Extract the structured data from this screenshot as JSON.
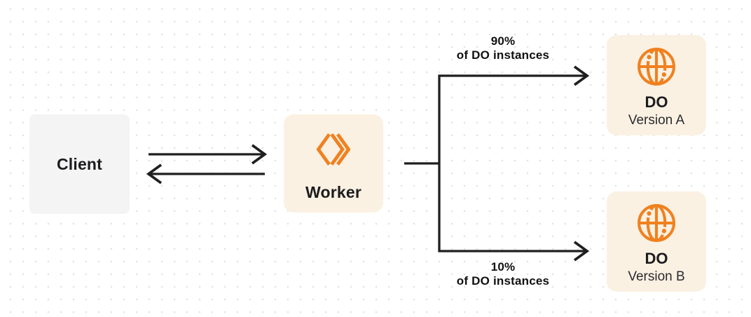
{
  "diagram": {
    "client": {
      "label": "Client"
    },
    "worker": {
      "label": "Worker"
    },
    "do_version_a": {
      "title": "DO",
      "subtitle": "Version A"
    },
    "do_version_b": {
      "title": "DO",
      "subtitle": "Version B"
    },
    "routes": {
      "to_a": {
        "percent": "90%",
        "caption": "of DO instances"
      },
      "to_b": {
        "percent": "10%",
        "caption": "of DO instances"
      }
    }
  },
  "icons": {
    "worker": "workers-chevrons-icon",
    "do_a": "globe-icon",
    "do_b": "globe-icon"
  },
  "colors": {
    "accent_orange": "#F0811F",
    "node_cream": "#FBF1E3",
    "client_gray": "#F4F4F5",
    "line_dark": "#1F1F1F",
    "text_dark": "#1C1C1E",
    "dot_grid": "#E3E3E5",
    "background": "#FFFFFF"
  }
}
